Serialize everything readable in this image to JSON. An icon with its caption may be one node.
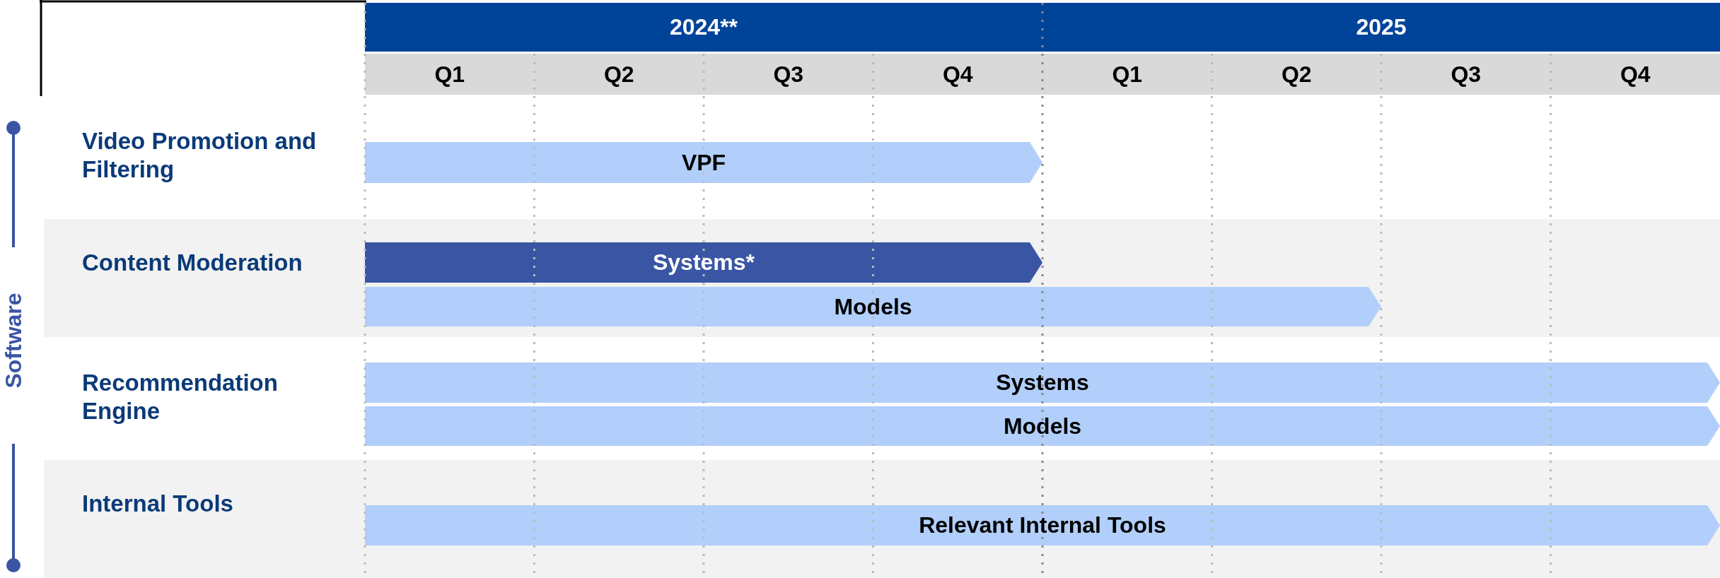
{
  "diagram": {
    "nodes": [
      {
        "text": [
          "Video Promotion and Filtering"
        ]
      },
      {
        "text": [
          "VPF"
        ],
        "in": 0
      },
      {
        "text": [
          "Content Moderation"
        ]
      },
      {
        "text": [
          "Systems*"
        ],
        "in": 2
      },
      {
        "text": [
          "Models"
        ],
        "in": 2
      },
      {
        "text": [
          "Recommendation Engine"
        ]
      },
      {
        "text": [
          "Systems"
        ],
        "in": 5
      },
      {
        "text": [
          "Models"
        ],
        "in": 5
      },
      {
        "text": [
          "Internal Tools"
        ]
      },
      {
        "text": [
          "Relevant Internal Tools"
        ],
        "in": 8
      }
    ],
    "edges": [],
    "labels": [
      "2024**",
      "2025",
      "Q1",
      "Q2",
      "Q3",
      "Q4",
      "Q1",
      "Q2",
      "Q3",
      "Q4",
      "Software"
    ]
  }
}
